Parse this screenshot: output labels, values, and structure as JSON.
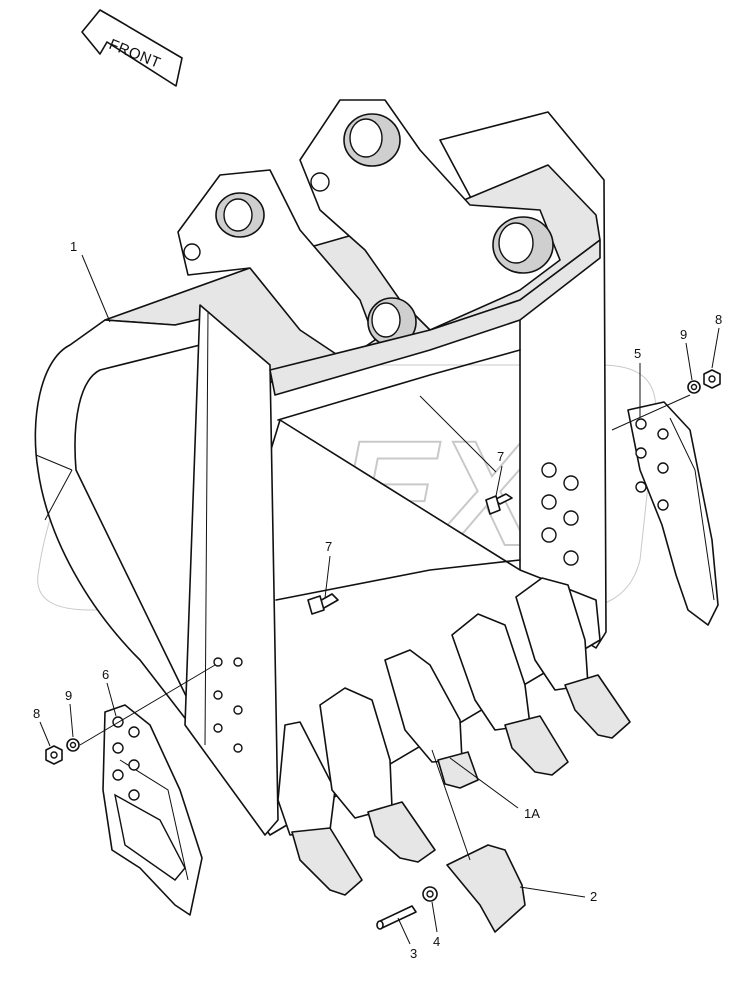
{
  "direction_label": "FRONT",
  "watermark": "OPEX",
  "callouts": [
    {
      "id": "c1",
      "label": "1"
    },
    {
      "id": "c1a",
      "label": "1A"
    },
    {
      "id": "c2",
      "label": "2"
    },
    {
      "id": "c3",
      "label": "3"
    },
    {
      "id": "c4",
      "label": "4"
    },
    {
      "id": "c5",
      "label": "5"
    },
    {
      "id": "c6",
      "label": "6"
    },
    {
      "id": "c7a",
      "label": "7"
    },
    {
      "id": "c7b",
      "label": "7"
    },
    {
      "id": "c8a",
      "label": "8"
    },
    {
      "id": "c8b",
      "label": "8"
    },
    {
      "id": "c9a",
      "label": "9"
    },
    {
      "id": "c9b",
      "label": "9"
    }
  ],
  "colors": {
    "line": "#111111",
    "shade": "#e6e6e6",
    "watermark": "#c9c9c9"
  }
}
